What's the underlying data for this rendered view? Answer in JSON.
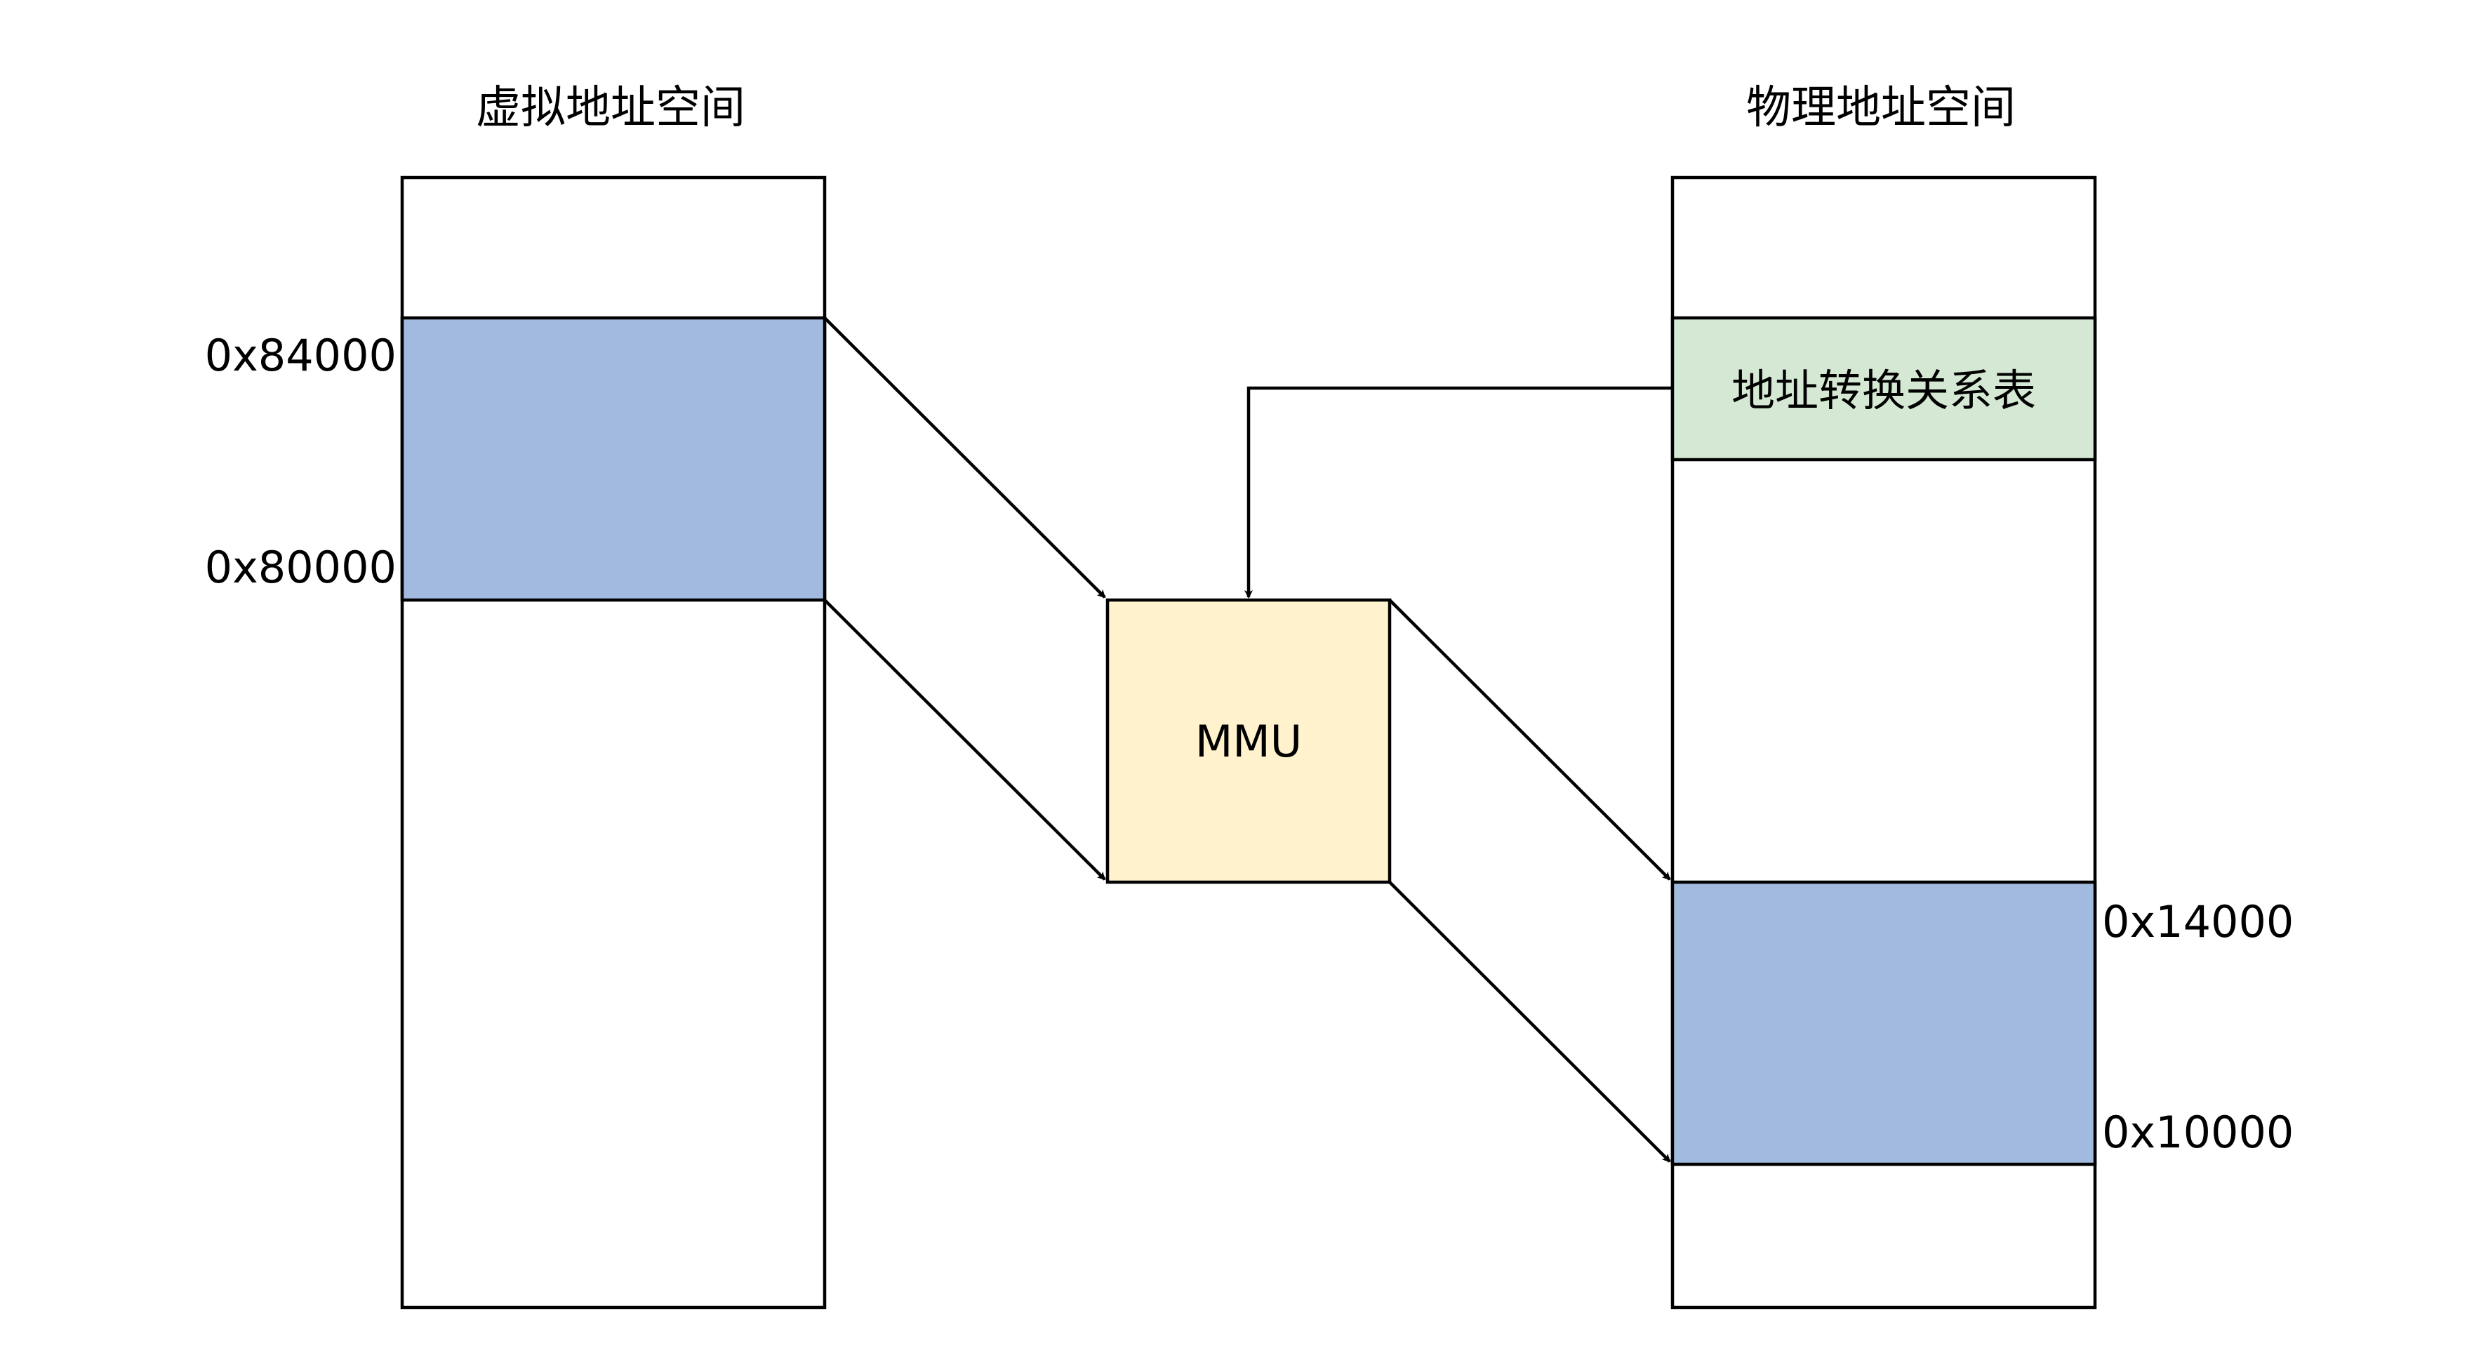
{
  "virtual_space": {
    "title": "虚拟地址空间",
    "addr_high": "0x84000",
    "addr_low": "0x80000",
    "region_color": "#a2badf"
  },
  "physical_space": {
    "title": "物理地址空间",
    "addr_high": "0x14000",
    "addr_low": "0x10000",
    "region_color": "#a2badf",
    "table_label": "地址转换关系表",
    "table_color": "#d5e8d4"
  },
  "mmu": {
    "label": "MMU",
    "color": "#fff2cc"
  },
  "colors": {
    "stroke": "#000000",
    "background": "#ffffff"
  }
}
